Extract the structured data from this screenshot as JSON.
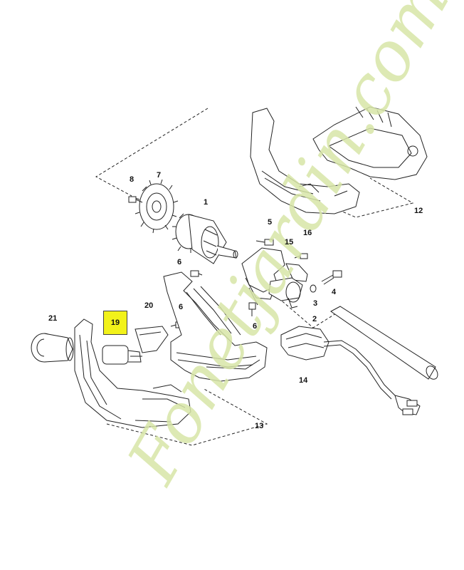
{
  "parts": [
    {
      "id": "1",
      "label": "1"
    },
    {
      "id": "2",
      "label": "2"
    },
    {
      "id": "3",
      "label": "3"
    },
    {
      "id": "4",
      "label": "4"
    },
    {
      "id": "5",
      "label": "5"
    },
    {
      "id": "6a",
      "label": "6"
    },
    {
      "id": "6b",
      "label": "6"
    },
    {
      "id": "6c",
      "label": "6"
    },
    {
      "id": "7",
      "label": "7"
    },
    {
      "id": "8",
      "label": "8"
    },
    {
      "id": "12",
      "label": "12"
    },
    {
      "id": "13",
      "label": "13"
    },
    {
      "id": "14",
      "label": "14"
    },
    {
      "id": "15",
      "label": "15"
    },
    {
      "id": "16",
      "label": "16"
    },
    {
      "id": "19",
      "label": "19"
    },
    {
      "id": "20",
      "label": "20"
    },
    {
      "id": "21",
      "label": "21"
    }
  ],
  "highlight": {
    "label": "19",
    "color": "#f2f21a"
  },
  "watermark": {
    "text": "Fonetjardin.com",
    "color": "#d8e6a8",
    "accent": "#f5c9a0"
  }
}
